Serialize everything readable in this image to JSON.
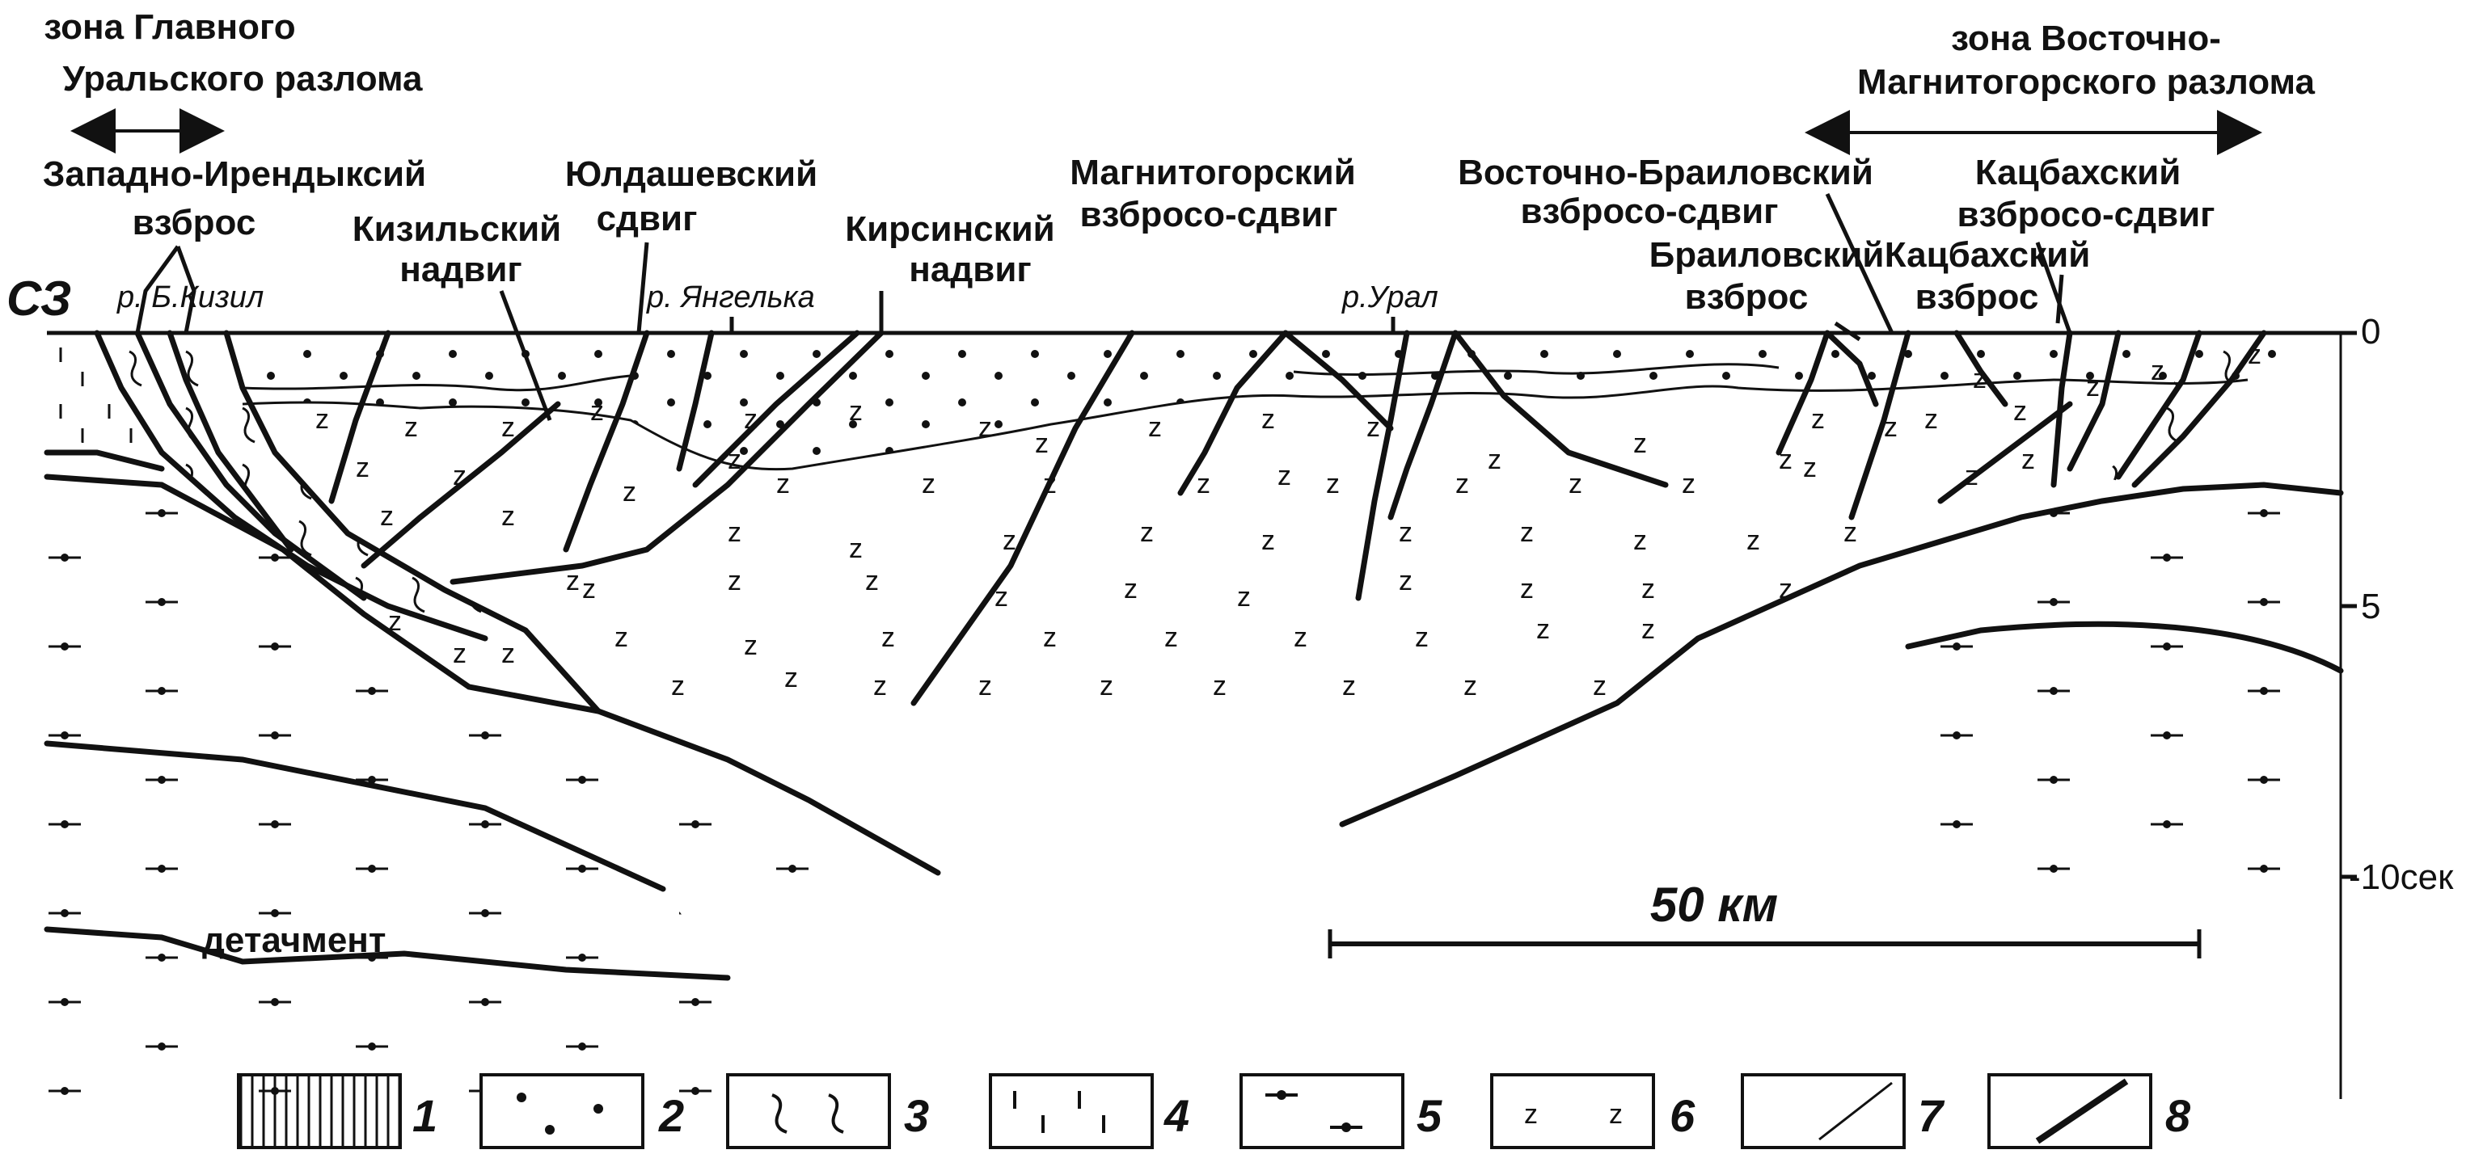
{
  "header": {
    "left_zone_line1": "зона Главного",
    "left_zone_line2": "Уральского разлома",
    "right_zone_line1": "зона Восточно-",
    "right_zone_line2": "Магнитогорского разлома",
    "direction_label": "СЗ"
  },
  "faults": [
    {
      "line1": "Западно-Ирендыксий",
      "line2": "взброс"
    },
    {
      "line1": "Кизильский",
      "line2": "надвиг"
    },
    {
      "line1": "Юлдашевский",
      "line2": "сдвиг"
    },
    {
      "line1": "Кирсинский",
      "line2": "надвиг"
    },
    {
      "line1": "Магнитогорский",
      "line2": "взбросо-сдвиг"
    },
    {
      "line1": "Восточно-Браиловский",
      "line2": "взбросо-сдвиг"
    },
    {
      "line1": "Браиловский",
      "line2": "взброс"
    },
    {
      "line1": "Кацбахский",
      "line2": "взброс"
    },
    {
      "line1": "Кацбахский",
      "line2": "взбросо-сдвиг"
    }
  ],
  "rivers": [
    "р. Б.Кизил",
    "р. Янгелька",
    "р.Урал"
  ],
  "depth_axis": [
    "0",
    "5",
    "-10сек"
  ],
  "scale_bar": "50 км",
  "detachment": "детачмент",
  "z_glyph": "z",
  "legend": [
    "1",
    "2",
    "3",
    "4",
    "5",
    "6",
    "7",
    "8"
  ],
  "colors": {
    "ink": "#111111",
    "paper": "#ffffff"
  }
}
